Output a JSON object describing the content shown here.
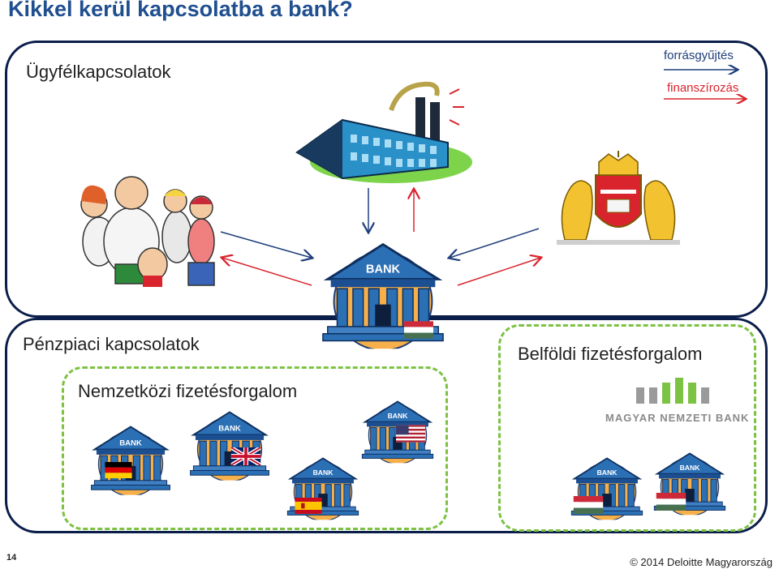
{
  "title": "Kikkel kerül kapcsolatba a bank?",
  "top_panel": {
    "label": "Ügyfélkapcsolatok"
  },
  "legend": {
    "item1": "forrásgyűjtés",
    "item2": "finanszírozás",
    "item1_color": "#1f3f7a",
    "item2_color": "#d9232d"
  },
  "bank_label": "BANK",
  "bottom_panel": {
    "money_market_label": "Pénzpiaci kapcsolatok",
    "international_label": "Nemzetközi fizetésforgalom",
    "domestic_label": "Belföldi fizetésforgalom",
    "mnb_logo_text": "MAGYAR NEMZETI BANK"
  },
  "footer": {
    "page_number": "14",
    "copyright": "© 2014 Deloitte Magyarország"
  },
  "colors": {
    "title": "#1f4f8f",
    "panel_border": "#0b1e4a",
    "dashed_border": "#7cc243",
    "bank_blue": "#2b6fb4"
  }
}
